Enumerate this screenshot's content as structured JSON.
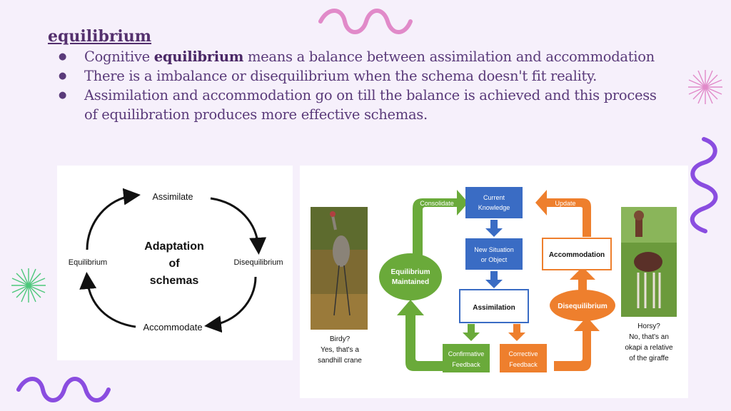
{
  "slide": {
    "title": "equilibrium",
    "bullets": [
      {
        "pre": "Cognitive ",
        "bold": "equilibrium",
        "post": " means a balance between assimilation and accommodation"
      },
      {
        "pre": "There is a imbalance or disequilibrium when the schema doesn't fit reality.",
        "bold": "",
        "post": ""
      },
      {
        "pre": "Assimilation and accommodation go on till the balance is achieved and this process of equilibration produces more effective schemas.",
        "bold": "",
        "post": ""
      }
    ]
  },
  "cycle_diagram": {
    "center_line1": "Adaptation",
    "center_line2": "of",
    "center_line3": "schemas",
    "top": "Assimilate",
    "right": "Disequilibrium",
    "bottom": "Accommodate",
    "left": "Equilibrium"
  },
  "flow_diagram": {
    "consolidate": "Consolidate",
    "update": "Update",
    "current_knowledge_1": "Current",
    "current_knowledge_2": "Knowledge",
    "new_situation_1": "New Situation",
    "new_situation_2": "or Object",
    "accommodation": "Accommodation",
    "assimilation": "Assimilation",
    "equilibrium_1": "Equilibrium",
    "equilibrium_2": "Maintained",
    "disequilibrium": "Disequilibrium",
    "confirmative_1": "Confirmative",
    "confirmative_2": "Feedback",
    "corrective_1": "Corrective",
    "corrective_2": "Feedback",
    "left_caption_1": "Birdy?",
    "left_caption_2": "Yes, that's a",
    "left_caption_3": "sandhill crane",
    "right_caption_1": "Horsy?",
    "right_caption_2": "No, that's an",
    "right_caption_3": "okapi a relative",
    "right_caption_4": "of the giraffe"
  },
  "colors": {
    "background": "#f6f0fb",
    "title": "#54306e",
    "green": "#6aaa3a",
    "orange": "#ee7f2d",
    "blue": "#3a6cc4",
    "deco_pink": "#e18ac9",
    "deco_purple": "#8a4de0",
    "deco_green": "#4cc77a"
  }
}
